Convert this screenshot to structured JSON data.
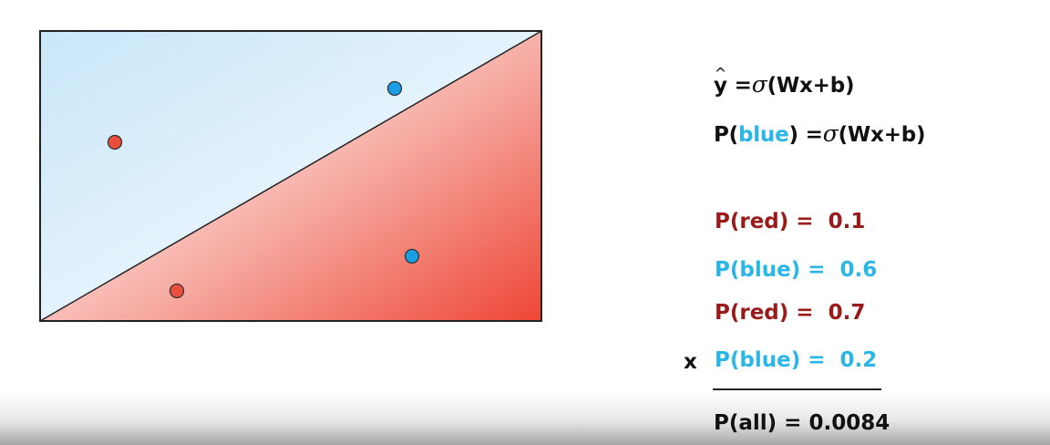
{
  "colors": {
    "blue_text": "#2bb6e8",
    "red_text": "#9b1b1b",
    "blue_point": "#1a9ee3",
    "red_point": "#e94e3f",
    "blue_region": "#cde9f8",
    "red_region": "#ee4a3a"
  },
  "diagram": {
    "points": [
      {
        "color": "red"
      },
      {
        "color": "blue"
      },
      {
        "color": "red"
      },
      {
        "color": "blue"
      }
    ]
  },
  "formulas": {
    "yhat_symbol": "y",
    "yhat_hat": "^",
    "equals": "=",
    "sigma": "σ",
    "arg": "(Wx+b)",
    "p_open": "P(",
    "blue_word": "blue",
    "p_close": ")"
  },
  "probabilities": [
    {
      "label": "P(red) =",
      "value": "0.1",
      "color": "red"
    },
    {
      "label": "P(blue) =",
      "value": "0.6",
      "color": "blue"
    },
    {
      "label": "P(red) =",
      "value": "0.7",
      "color": "red"
    },
    {
      "label": "P(blue) =",
      "value": "0.2",
      "color": "blue"
    }
  ],
  "multiplier": "x",
  "result": "P(all) = 0.0084"
}
